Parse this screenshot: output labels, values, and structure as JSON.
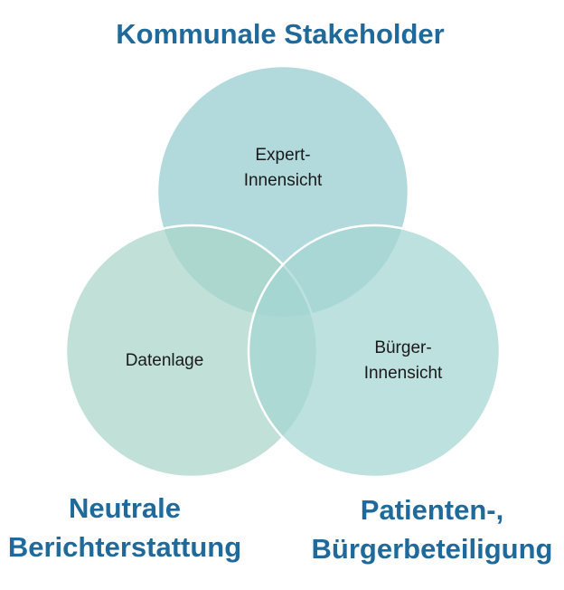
{
  "colors": {
    "top_circle": "#9ccfd3",
    "left_circle": "#a9d6c9",
    "right_circle": "#a3d6d3",
    "stroke": "#ffffff",
    "heading": "#1f6a9a",
    "label": "#1a1a1a"
  },
  "diagram": {
    "top_heading": "Kommunale Stakeholder",
    "left_heading": [
      "Neutrale",
      "Berichterstattung"
    ],
    "right_heading": [
      "Patienten-,",
      "Bürgerbeteiligung"
    ],
    "circles": [
      {
        "id": "top",
        "label": [
          "Expert-",
          "Innensicht"
        ]
      },
      {
        "id": "left",
        "label": [
          "Datenlage"
        ]
      },
      {
        "id": "right",
        "label": [
          "Bürger-",
          "Innensicht"
        ]
      }
    ]
  }
}
